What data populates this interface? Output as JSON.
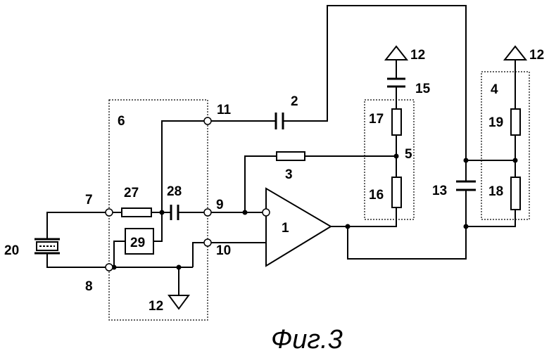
{
  "labels": {
    "amp": "1",
    "cap_top": "2",
    "res_feedback": "3",
    "box_right": "4",
    "node_5": "5",
    "box_left": "6",
    "term_7": "7",
    "term_8": "8",
    "term_9": "9",
    "term_10": "10",
    "term_11": "11",
    "ground_bottom": "12",
    "supply_mid": "12",
    "supply_right": "12",
    "cap_13": "13",
    "cap_15": "15",
    "res_16": "16",
    "res_17": "17",
    "res_18": "18",
    "res_19": "19",
    "crystal": "20",
    "res_27": "27",
    "cap_28": "28",
    "block_29": "29"
  },
  "caption": "Фиг.3"
}
